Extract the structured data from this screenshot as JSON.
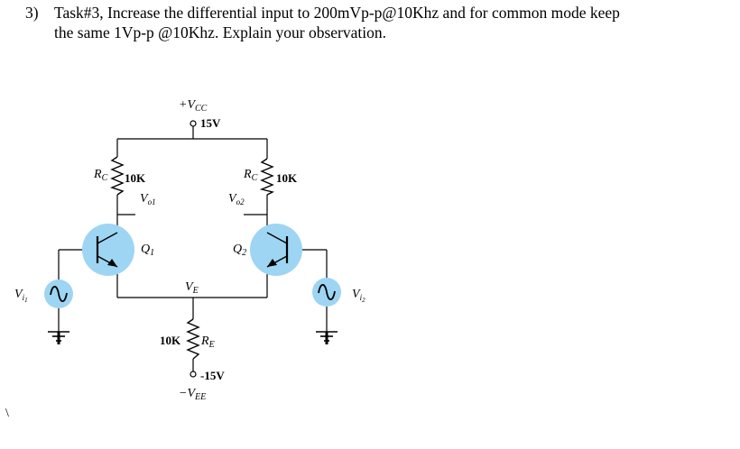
{
  "question": {
    "number": "3)",
    "line1": "Task#3, Increase the differential input to 200mVp-p@10Khz and for common mode keep",
    "line2": "the same 1Vp-p @10Khz. Explain your observation."
  },
  "circuit": {
    "vcc_label": "+V",
    "vcc_sub": "CC",
    "vcc_value": "15V",
    "rc_left": "R",
    "rc_left_sub": "C",
    "rc_left_value": "10K",
    "rc_right": "R",
    "rc_right_sub": "C",
    "rc_right_value": "10K",
    "vo1": "V",
    "vo1_sub": "o1",
    "vo2": "V",
    "vo2_sub": "o2",
    "q1": "Q",
    "q1_sub": "1",
    "q2": "Q",
    "q2_sub": "2",
    "ve": "V",
    "ve_sub": "E",
    "re": "R",
    "re_sub": "E",
    "re_value": "10K",
    "vee_value": "-15V",
    "vee_label": "−V",
    "vee_sub": "EE",
    "vi1": "V",
    "vi1_sub": "i",
    "vi1_sub2": "1",
    "vi2": "V",
    "vi2_sub": "i",
    "vi2_sub2": "2",
    "backslash": "\\"
  },
  "colors": {
    "highlight": "#9dd5f3",
    "wire": "#000000"
  }
}
